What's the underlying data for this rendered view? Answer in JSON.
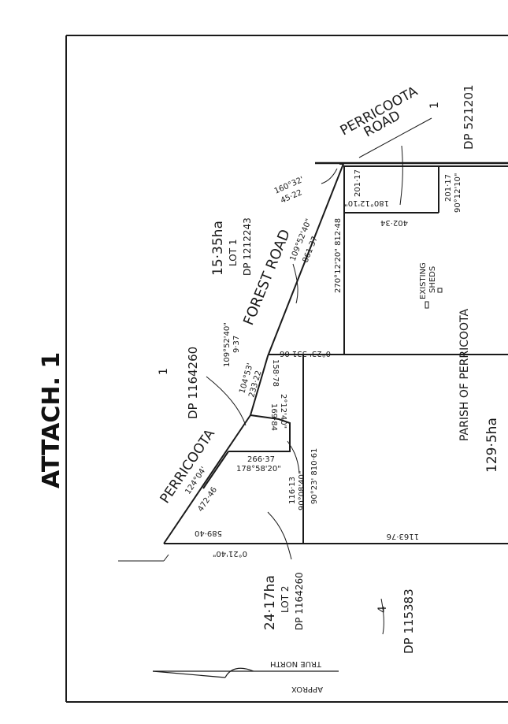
{
  "attach_label": "ATTACH. 1",
  "road_perricoota": "PERRICOOTA",
  "road_road": "ROAD",
  "road_forest": "FOREST  ROAD",
  "lot1": {
    "area": "15·35ha",
    "lot": "LOT 1",
    "dp": "DP 1212243"
  },
  "lot2": {
    "area": "24·17ha",
    "lot": "LOT 2",
    "dp": "DP 1164260"
  },
  "parcel_dp_1164260": {
    "num": "1",
    "dp": "DP 1164260"
  },
  "parcel_dp_521201": {
    "num": "1",
    "dp": "DP 521201"
  },
  "parcel_dp_115383": {
    "num": "4",
    "dp": "DP 115383"
  },
  "parish": {
    "name": "PARISH OF  PERRICOOTA",
    "area": "129·5ha"
  },
  "sheds": {
    "line1": "EXISTING",
    "line2": "SHEDS"
  },
  "north": {
    "line1": "TRUE NORTH",
    "line2": "APPROX"
  },
  "measurements": {
    "b_124_04": "124°04'",
    "d_472_46": "472·46",
    "d_589_40": "589·40",
    "b_0_21_40": "0°21'40\"",
    "d_1163_76": "1163·76",
    "d_266_37": "266·37",
    "b_178_58_20": "178°58'20\"",
    "d_116_13": "116·13",
    "b_90_08_40": "90°08'40\"",
    "b_90_23": "90°23'  810·61",
    "d_169_84": "169·84",
    "b_2_12_40": "2°12'40\"",
    "b_104_53": "104°53'",
    "d_233_22": "233·22",
    "b_109_52_40a": "109°52'40\"",
    "d_9_37": "9·37",
    "d_158_78": "158·78",
    "b_0_23_331": "0°23'  331·06",
    "b_109_52_40b": "109°52'40\"",
    "d_861_37": "861·37",
    "b_270_12_20": "270°12'20\"  812·48",
    "b_160_32": "160°32'",
    "d_45_22": "45·22",
    "d_201_17a": "201·17",
    "b_180_12_10": "180°12'10\"",
    "d_402_34": "402·34",
    "d_201_17b": "201·17",
    "b_90_12_10": "90°12'10\""
  }
}
